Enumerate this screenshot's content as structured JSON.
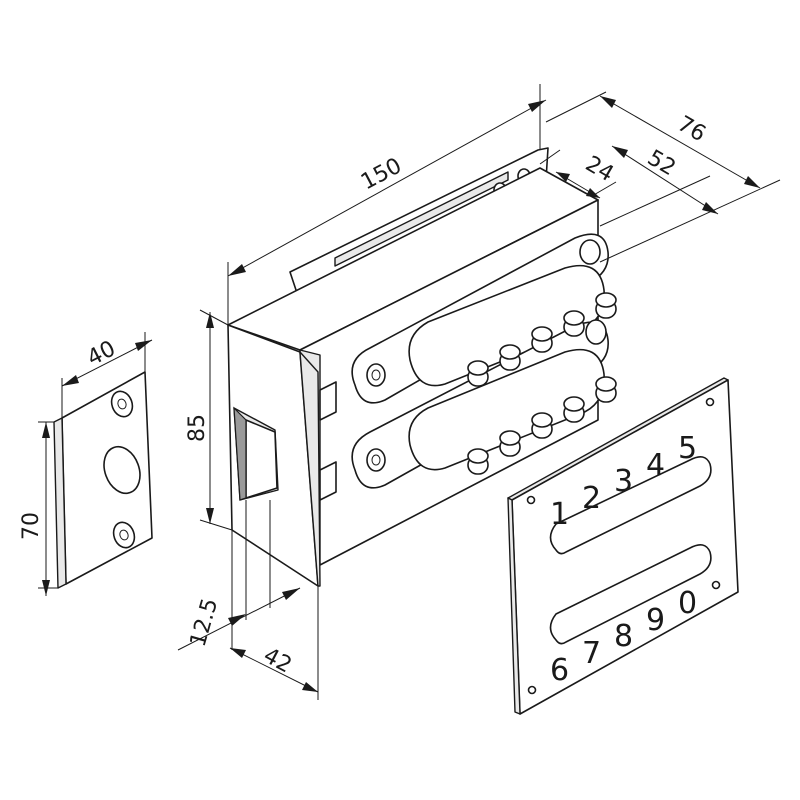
{
  "dimensions": {
    "length": "150",
    "depth_total": "76",
    "depth_body": "52",
    "depth_front": "24",
    "height": "85",
    "strike_width": "40",
    "strike_height": "70",
    "backset": "12.5",
    "faceplate_offset": "42"
  },
  "keypad": {
    "top_digits": [
      "1",
      "2",
      "3",
      "4",
      "5"
    ],
    "bottom_digits": [
      "6",
      "7",
      "8",
      "9",
      "0"
    ]
  }
}
